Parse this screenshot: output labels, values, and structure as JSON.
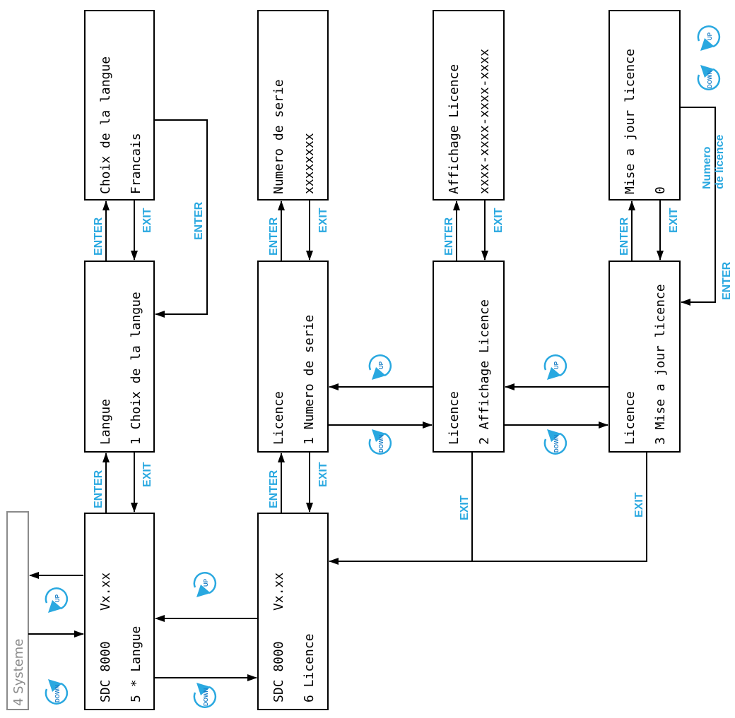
{
  "section": "4 Systeme",
  "boxes": {
    "sdc_langue": {
      "line1": "SDC 8000    Vx.xx",
      "line2": "5 * Langue"
    },
    "langue_menu": {
      "line1": "Langue",
      "line2": "1 Choix de la langue"
    },
    "choix_langue": {
      "line1": "Choix de la langue",
      "line2": "Francais"
    },
    "sdc_licence": {
      "line1": "SDC 8000    Vx.xx",
      "line2": "6 Licence"
    },
    "licence_1": {
      "line1": "Licence",
      "line2": "1 Numero de serie"
    },
    "numero_serie": {
      "line1": "Numero de serie",
      "line2": "xxxxxxxx"
    },
    "licence_2": {
      "line1": "Licence",
      "line2": "2 Affichage Licence"
    },
    "affichage": {
      "line1": "Affichage Licence",
      "line2": "xxxx-xxxx-xxxx-xxxx"
    },
    "licence_3": {
      "line1": "Licence",
      "line2": "3 Mise a jour licence"
    },
    "mise_a_jour": {
      "line1": "Mise a jour licence",
      "line2": "0"
    }
  },
  "labels": {
    "enter": "ENTER",
    "exit": "EXIT",
    "numero": "Numero",
    "de_licence": "de licence"
  },
  "buttons": {
    "up": "UP",
    "down": "DOWN"
  },
  "colors": {
    "accent": "#29a8e0",
    "line": "#000000",
    "section_text": "#8a8a8a"
  }
}
